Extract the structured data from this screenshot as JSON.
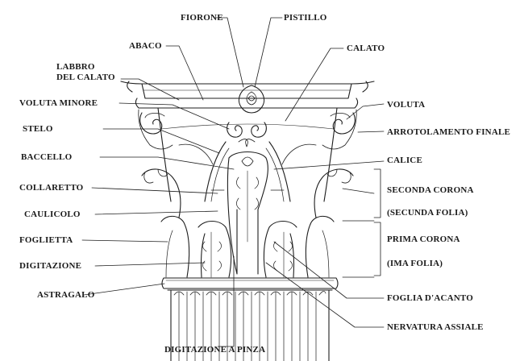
{
  "labels": {
    "fiorone": "FIORONE",
    "pistillo": "PISTILLO",
    "abaco": "ABACO",
    "calato": "CALATO",
    "labbro_line1": "LABBRO",
    "labbro_line2": "DEL CALATO",
    "voluta_minore": "VOLUTA MINORE",
    "voluta": "VOLUTA",
    "stelo": "STELO",
    "arrotolamento_finale": "ARROTOLAMENTO FINALE",
    "baccello": "BACCELLO",
    "calice": "CALICE",
    "collaretto": "COLLARETTO",
    "seconda_corona": "SECONDA CORONA",
    "secunda_folia": "(SECUNDA FOLIA)",
    "caulicolo": "CAULICOLO",
    "prima_corona": "PRIMA CORONA",
    "fogliETTA": "FOGLIETTA",
    "ima_folia": "(IMA FOLIA)",
    "digitazione": "DIGITAZIONE",
    "astragalo": "ASTRAGALO",
    "foglia_acanto": "FOGLIA D'ACANTO",
    "nervatura_assiale": "NERVATURA ASSIALE",
    "digitazione_pinza": "DIGITAZIONE A PINZA"
  }
}
